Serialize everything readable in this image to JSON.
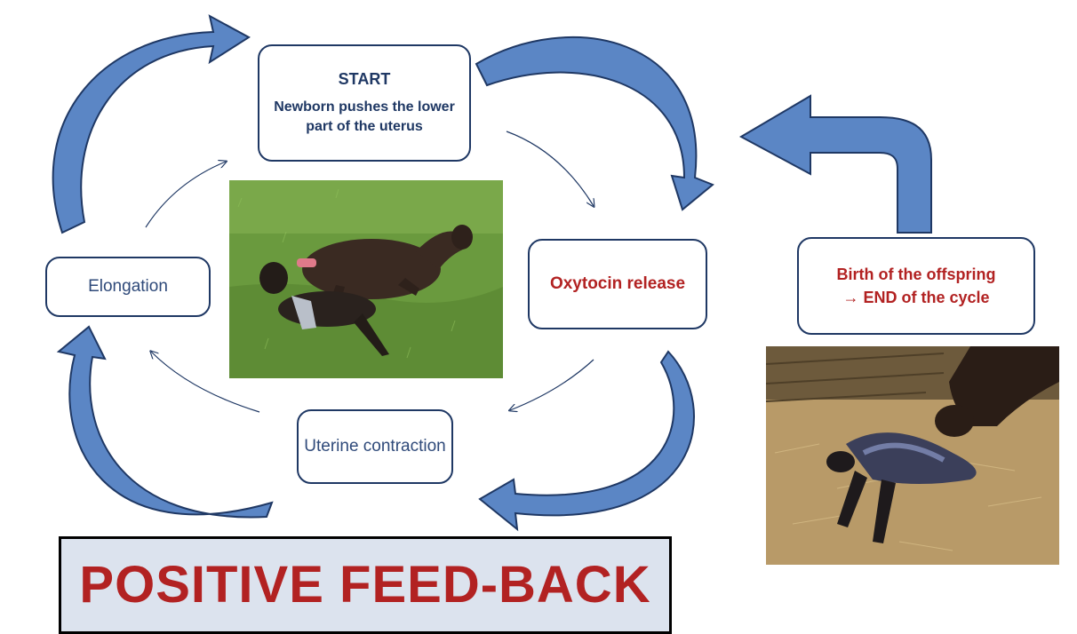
{
  "nodes": {
    "start": {
      "heading": "START",
      "text": "Newborn pushes the lower part of the uterus"
    },
    "oxytocin": {
      "text": "Oxytocin release"
    },
    "uterine": {
      "text": "Uterine contraction"
    },
    "elongation": {
      "text": "Elongation"
    },
    "birth": {
      "line1": "Birth of the offspring",
      "line2": "→ END of the cycle"
    }
  },
  "title": "POSITIVE FEED-BACK",
  "colors": {
    "box_border": "#1f3864",
    "box_text": "#1f3864",
    "accent_red": "#b22222",
    "arrow_fill": "#5b86c5",
    "arrow_stroke": "#1f3864",
    "title_bg": "#dce3ee"
  },
  "images": {
    "field": "photo of a mare lying on grass with a newborn foal",
    "stall": "photo of a mare licking a newborn foal on straw"
  }
}
